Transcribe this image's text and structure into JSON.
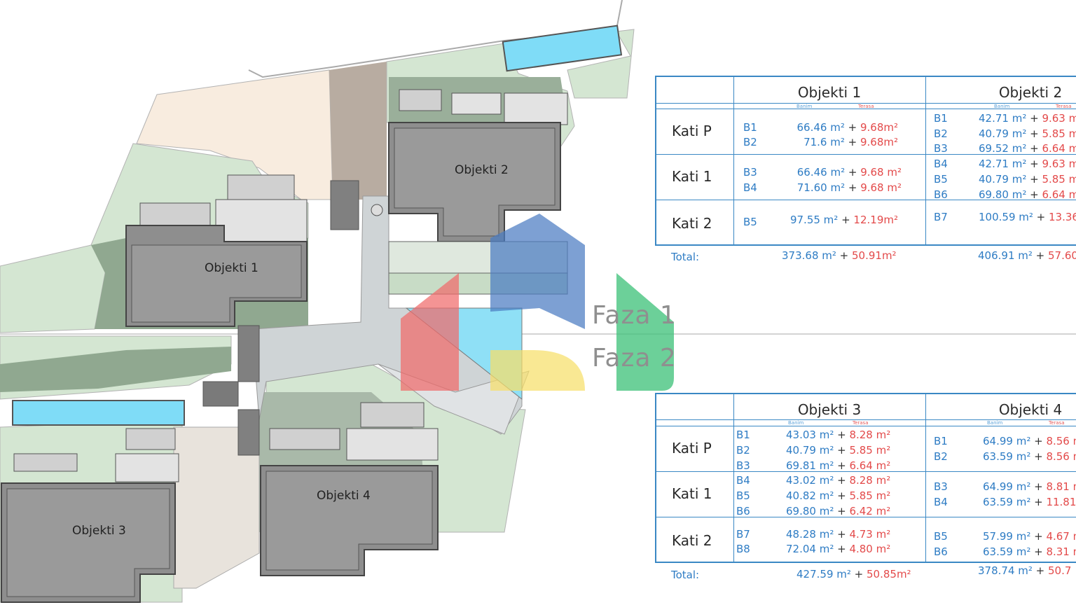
{
  "phases": {
    "phase1": "Faza 1",
    "phase2": "Faza 2"
  },
  "buildings": {
    "b1": "Objekti 1",
    "b2": "Objekti 2",
    "b3": "Objekti 3",
    "b4": "Objekti 4"
  },
  "subheaders": {
    "banim": "Banim",
    "terasa": "Terasa"
  },
  "table_top": {
    "col1": "Objekti 1",
    "col2": "Objekti 2",
    "floors": [
      "Kati P",
      "Kati 1",
      "Kati 2"
    ],
    "col1_rows": [
      {
        "unit": "B1",
        "base": "66.46 m²",
        "terrace": "9.68m²"
      },
      {
        "unit": "B2",
        "base": "71.6 m²",
        "terrace": "9.68m²"
      },
      {
        "unit": "B3",
        "base": "66.46 m²",
        "terrace": "9.68 m²"
      },
      {
        "unit": "B4",
        "base": "71.60 m²",
        "terrace": "9.68 m²"
      },
      {
        "unit": "B5",
        "base": "97.55 m²",
        "terrace": "12.19m²"
      }
    ],
    "col2_rows": [
      {
        "unit": "B1",
        "base": "42.71 m²",
        "terrace": "9.63 m"
      },
      {
        "unit": "B2",
        "base": "40.79 m²",
        "terrace": "5.85 m"
      },
      {
        "unit": "B3",
        "base": "69.52 m²",
        "terrace": "6.64 m"
      },
      {
        "unit": "B4",
        "base": "42.71 m²",
        "terrace": "9.63 m"
      },
      {
        "unit": "B5",
        "base": "40.79 m²",
        "terrace": "5.85 m"
      },
      {
        "unit": "B6",
        "base": "69.80 m²",
        "terrace": "6.64 m"
      },
      {
        "unit": "B7",
        "base": "100.59 m²",
        "terrace": "13.36"
      }
    ],
    "total_label": "Total:",
    "total1_base": "373.68 m²",
    "total1_terrace": "50.91m²",
    "total2_base": "406.91 m²",
    "total2_terrace": "57.60"
  },
  "table_bottom": {
    "col1": "Objekti 3",
    "col2": "Objekti 4",
    "floors": [
      "Kati P",
      "Kati 1",
      "Kati 2"
    ],
    "col1_rows": [
      {
        "unit": "B1",
        "base": "43.03 m²",
        "terrace": "8.28 m²"
      },
      {
        "unit": "B2",
        "base": "40.79 m²",
        "terrace": "5.85 m²"
      },
      {
        "unit": "B3",
        "base": "69.81 m²",
        "terrace": "6.64 m²"
      },
      {
        "unit": "B4",
        "base": "43.02 m²",
        "terrace": "8.28 m²"
      },
      {
        "unit": "B5",
        "base": "40.82 m²",
        "terrace": "5.85 m²"
      },
      {
        "unit": "B6",
        "base": "69.80 m²",
        "terrace": "6.42 m²"
      },
      {
        "unit": "B7",
        "base": "48.28 m²",
        "terrace": "4.73 m²"
      },
      {
        "unit": "B8",
        "base": "72.04 m²",
        "terrace": "4.80 m²"
      }
    ],
    "col2_rows": [
      {
        "unit": "B1",
        "base": "64.99 m²",
        "terrace": "8.56 m"
      },
      {
        "unit": "B2",
        "base": "63.59 m²",
        "terrace": "8.56 m"
      },
      {
        "unit": "B3",
        "base": "64.99 m²",
        "terrace": "8.81 m"
      },
      {
        "unit": "B4",
        "base": "63.59 m²",
        "terrace": "11.81 m"
      },
      {
        "unit": "B5",
        "base": "57.99 m²",
        "terrace": "4.67 m"
      },
      {
        "unit": "B6",
        "base": "63.59 m²",
        "terrace": "8.31 m"
      }
    ],
    "total_label": "Total:",
    "total1_base": "427.59 m²",
    "total1_terrace": "50.85m²",
    "total2_base": "378.74 m²",
    "total2_terrace": "50.7"
  }
}
